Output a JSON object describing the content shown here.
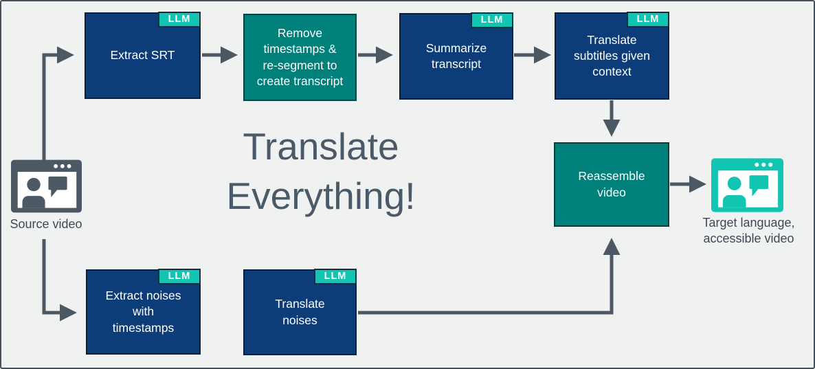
{
  "diagram": {
    "title": "Translate\nEverything!",
    "badge_label": "LLM",
    "nodes": [
      {
        "id": "extract-srt",
        "label": "Extract SRT",
        "color": "navy",
        "llm": true
      },
      {
        "id": "remove-timestamps",
        "label": "Remove\ntimestamps &\nre-segment to\ncreate transcript",
        "color": "teal",
        "llm": false
      },
      {
        "id": "summarize-transcript",
        "label": "Summarize\ntranscript",
        "color": "navy",
        "llm": true
      },
      {
        "id": "translate-subtitles",
        "label": "Translate\nsubtitles given\ncontext",
        "color": "navy",
        "llm": true
      },
      {
        "id": "reassemble-video",
        "label": "Reassemble\nvideo",
        "color": "teal",
        "llm": false
      },
      {
        "id": "extract-noises",
        "label": "Extract noises\nwith\ntimestamps",
        "color": "navy",
        "llm": true
      },
      {
        "id": "translate-noises",
        "label": "Translate\nnoises",
        "color": "navy",
        "llm": true
      }
    ],
    "source": {
      "label": "Source video"
    },
    "target": {
      "label": "Target language,\naccessible video"
    },
    "colors": {
      "background": "#f0f1f1",
      "frame_border": "#44515c",
      "navy_fill": "#0d3d78",
      "navy_border": "#0a1f3c",
      "teal_fill": "#00807a",
      "teal_border": "#0b3f3d",
      "accent_teal": "#12c4b2",
      "badge_border": "#0b3240",
      "slate": "#4c5964",
      "title_text": "#4b5a69",
      "caption_text": "#3d4a56"
    }
  }
}
